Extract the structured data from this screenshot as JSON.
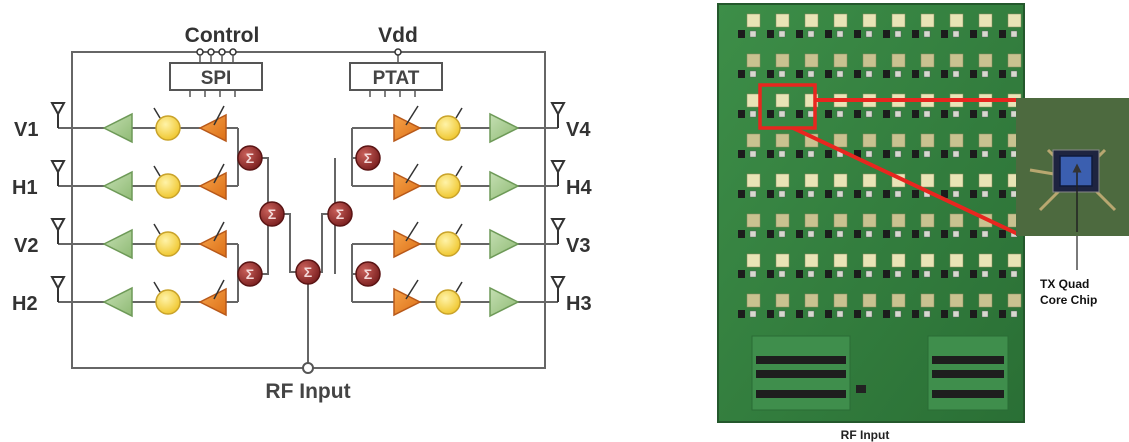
{
  "diagram": {
    "labels": {
      "control": "Control",
      "vdd": "Vdd",
      "spi": "SPI",
      "ptat": "PTAT",
      "rf_input": "RF Input"
    },
    "ports_left": [
      "V1",
      "H1",
      "V2",
      "H2"
    ],
    "ports_right": [
      "V4",
      "H4",
      "V3",
      "H3"
    ],
    "sum_symbol": "Σ"
  },
  "photo": {
    "rf_input": "RF Input",
    "callout_line1": "TX Quad",
    "callout_line2": "Core Chip"
  },
  "colors": {
    "line": "#555555",
    "buffer_green": "#a4c98c",
    "phase_yellow": "#f3d14a",
    "vga_orange": "#ee8a2a",
    "summer_red": "#8f2a2a",
    "pcb_green": "#2f7f3d",
    "highlight_red": "#e8261f"
  }
}
